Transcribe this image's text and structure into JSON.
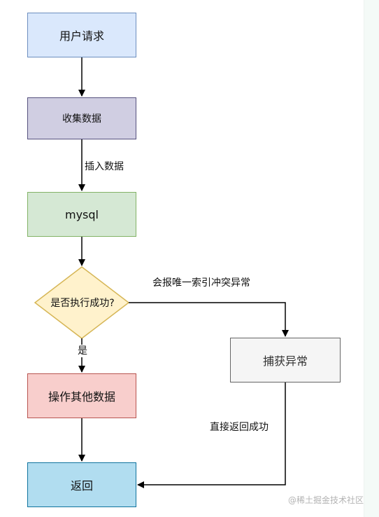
{
  "nodes": {
    "user_request": "用户请求",
    "collect_data": "收集数据",
    "mysql": "mysql",
    "decision": "是否执行成功?",
    "other_data": "操作其他数据",
    "catch_exception": "捕获异常",
    "return": "返回"
  },
  "edges": {
    "insert_data": "插入数据",
    "unique_conflict": "会报唯一索引冲突异常",
    "yes": "是",
    "direct_success": "直接返回成功"
  },
  "watermark": "@稀土掘金技术社区"
}
